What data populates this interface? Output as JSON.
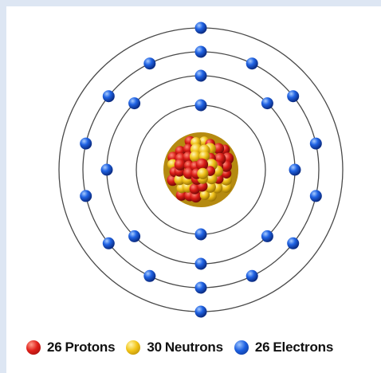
{
  "diagram": {
    "shell_electrons": [
      2,
      8,
      14,
      2
    ],
    "nucleus_colors": {
      "proton": "#d91d17",
      "neutron": "#f0c21a"
    },
    "electron_color": "#1f5fe0",
    "orbit_color": "#4a4a4a"
  },
  "legend": {
    "protons": {
      "count": "26",
      "label": "Protons",
      "icon": "proton-sphere-icon",
      "color": "#e0201a"
    },
    "neutrons": {
      "count": "30",
      "label": "Neutrons",
      "icon": "neutron-sphere-icon",
      "color": "#f2c417"
    },
    "electrons": {
      "count": "26",
      "label": "Electrons",
      "icon": "electron-sphere-icon",
      "color": "#1c5fe0"
    }
  }
}
